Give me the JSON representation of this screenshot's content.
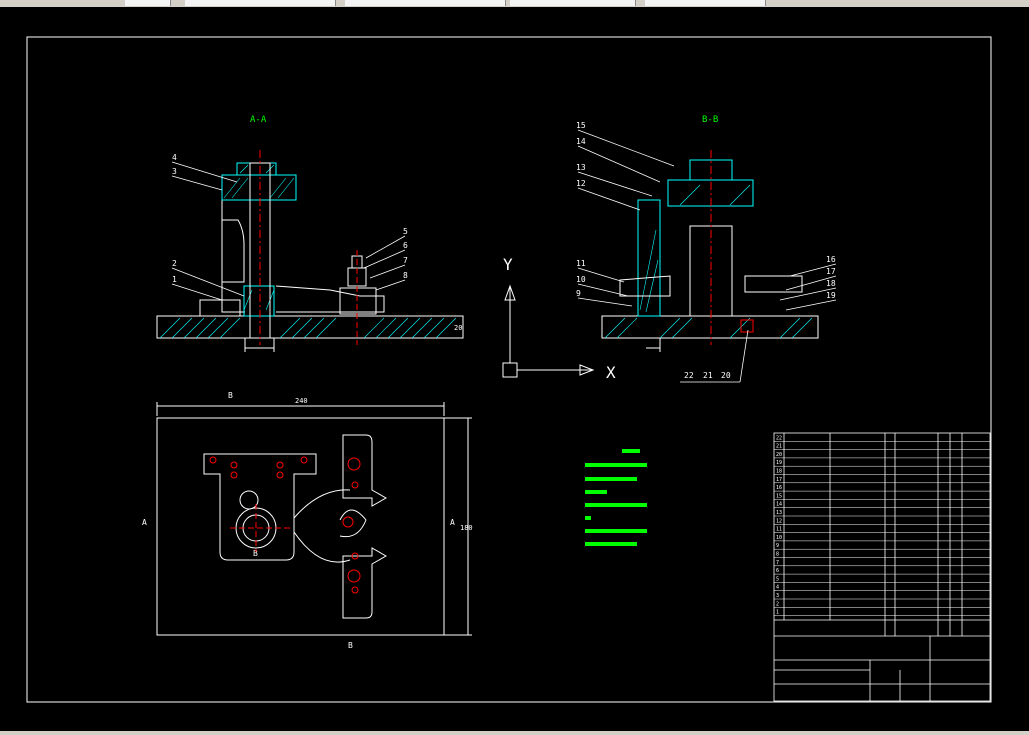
{
  "view_labels": {
    "aa": "A-A",
    "bb": "B-B"
  },
  "section_marks": {
    "b_top": "B",
    "b_bottom": "B",
    "a_left": "A",
    "a_right": "A",
    "b_mid": "B"
  },
  "ucs": {
    "x": "X",
    "y": "Y"
  },
  "dimensions": {
    "width": "240",
    "height": "180",
    "base": "20"
  },
  "part_balloons_left": [
    "4",
    "3",
    "2",
    "1",
    "5",
    "6",
    "7",
    "8"
  ],
  "part_balloons_right": [
    "15",
    "14",
    "13",
    "12",
    "11",
    "10",
    "9",
    "16",
    "17",
    "18",
    "19",
    "22",
    "21",
    "20"
  ],
  "bom_numbers": [
    "22",
    "21",
    "20",
    "19",
    "18",
    "17",
    "16",
    "15",
    "14",
    "13",
    "12",
    "11",
    "10",
    "9",
    "8",
    "7",
    "6",
    "5",
    "4",
    "3",
    "2",
    "1"
  ],
  "colors": {
    "background": "#000000",
    "outline": "#ffffff",
    "hatch": "#00ffff",
    "center": "#ff0000",
    "text": "#ffffff",
    "notes": "#00ff00"
  }
}
